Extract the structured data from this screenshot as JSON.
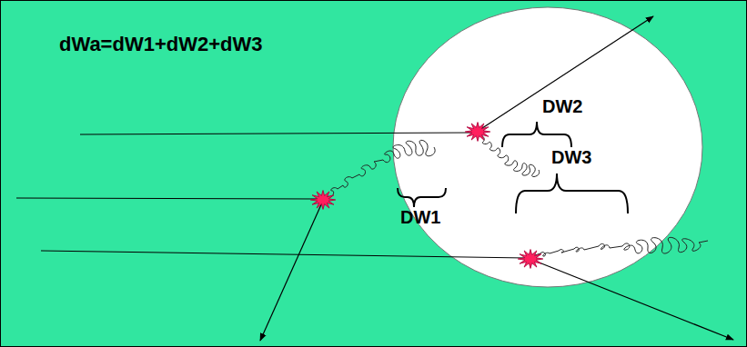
{
  "diagram": {
    "labels": [
      "dWa=dW1+dW2+dW3",
      "DW1",
      "DW2",
      "DW3"
    ]
  }
}
